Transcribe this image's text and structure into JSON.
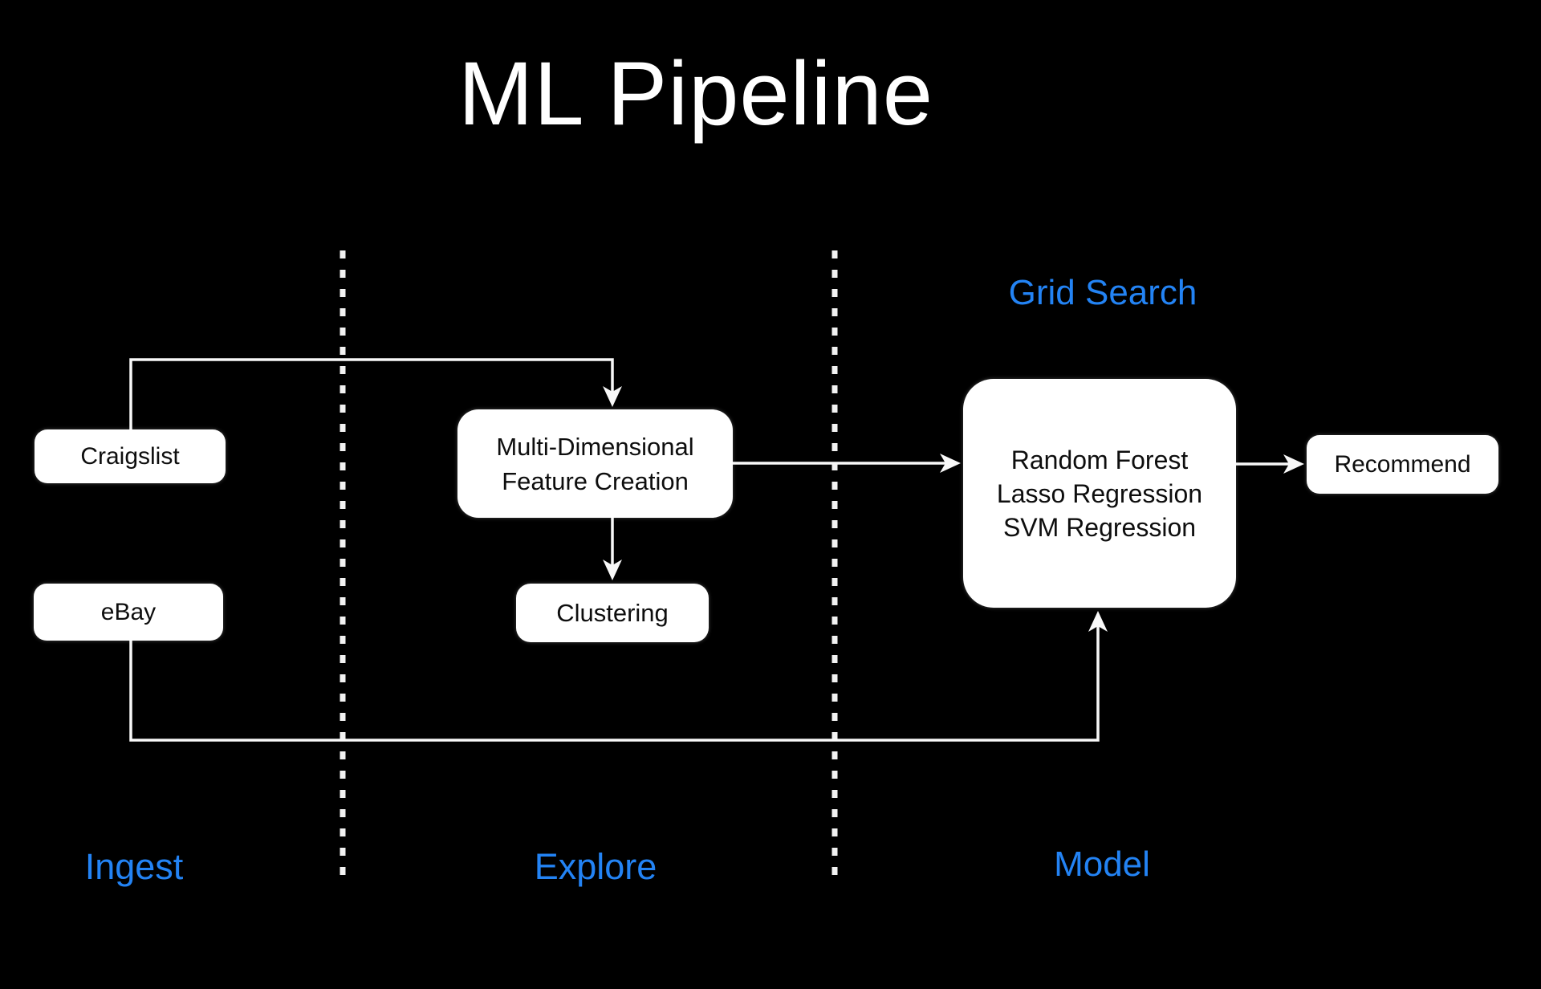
{
  "title": "ML Pipeline",
  "colors": {
    "background": "#000000",
    "box_fill": "#ffffff",
    "box_text": "#0e0e0e",
    "connector": "#f8f8f8",
    "label_blue": "#2383f4"
  },
  "nodes": {
    "craigslist": {
      "label": "Craigslist"
    },
    "ebay": {
      "label": "eBay"
    },
    "feature_creation": {
      "line1": "Multi-Dimensional",
      "line2": "Feature Creation"
    },
    "clustering": {
      "label": "Clustering"
    },
    "models": {
      "line1": "Random Forest",
      "line2": "Lasso Regression",
      "line3": "SVM Regression"
    },
    "recommend": {
      "label": "Recommend"
    }
  },
  "annotations": {
    "grid_search": "Grid Search"
  },
  "stage_labels": {
    "ingest": "Ingest",
    "explore": "Explore",
    "model": "Model"
  }
}
